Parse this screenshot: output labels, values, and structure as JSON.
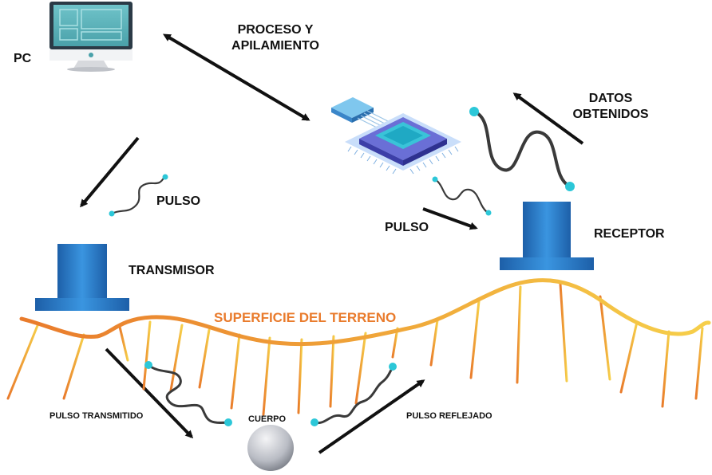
{
  "labels": {
    "pc": "PC",
    "proceso_line1": "PROCESO Y",
    "proceso_line2": "APILAMIENTO",
    "datos_line1": "DATOS",
    "datos_line2": "OBTENIDOS",
    "pulso_left": "PULSO",
    "pulso_right": "PULSO",
    "transmisor": "TRANSMISOR",
    "receptor": "RECEPTOR",
    "superficie": "SUPERFICIE DEL TERRENO",
    "pulso_transmitido": "PULSO TRANSMITIDO",
    "cuerpo": "CUERPO",
    "pulso_reflejado": "PULSO REFLEJADO"
  },
  "colors": {
    "ground_start": "#e97b2c",
    "ground_end": "#f6cf4a",
    "device_blue": "#2f86d6",
    "device_blue_dark": "#1d5fa8",
    "wave_dot": "#2cc7d8",
    "wave_line": "#3a3a3a",
    "arrow": "#111111",
    "monitor_teal": "#5fb7be",
    "chip_blue": "#3aa0e0"
  },
  "icons": {
    "pc": "monitor-icon",
    "processor": "chip-icon",
    "transmitter": "transmitter-icon",
    "receiver": "receiver-icon",
    "buried_body": "sphere-icon"
  }
}
